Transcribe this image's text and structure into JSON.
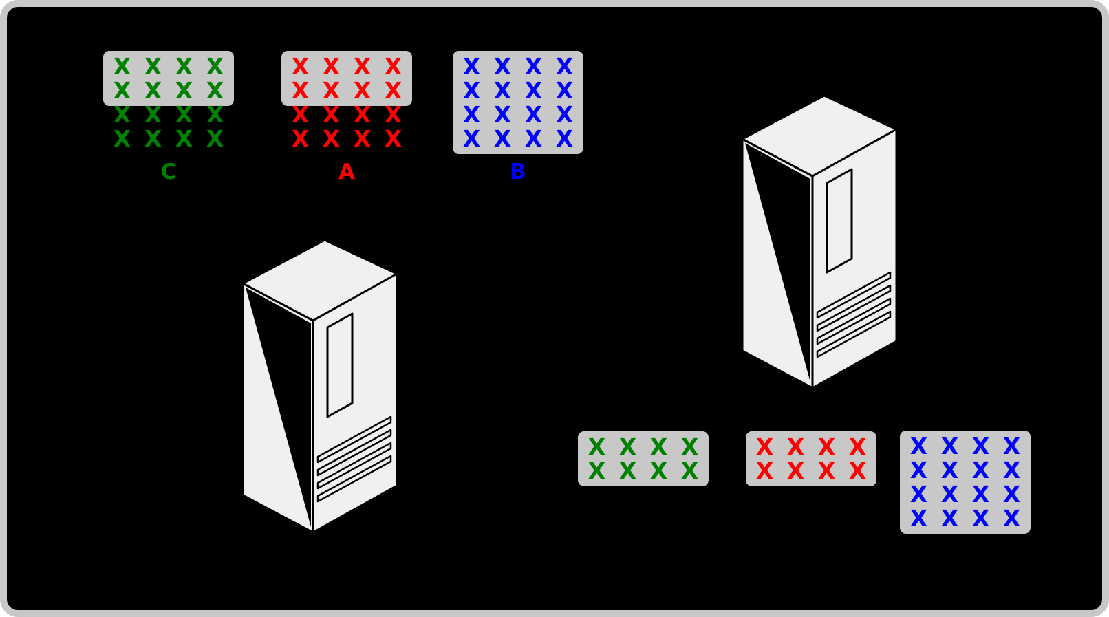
{
  "diagram": {
    "background": "#000000",
    "border_color": "#c8c8c8",
    "box_color": "#c8c8c8",
    "glyph": "X",
    "datasets": [
      {
        "id": "C",
        "label": "C",
        "color": "#008000",
        "cols": 4,
        "total_rows": 4,
        "cached_rows": 2
      },
      {
        "id": "A",
        "label": "A",
        "color": "#ff0000",
        "cols": 4,
        "total_rows": 4,
        "cached_rows": 2
      },
      {
        "id": "B",
        "label": "B",
        "color": "#0000ff",
        "cols": 4,
        "total_rows": 4,
        "cached_rows": 4
      }
    ],
    "cache_copies": [
      {
        "dataset": "C",
        "color": "#008000",
        "cols": 4,
        "rows": 2
      },
      {
        "dataset": "A",
        "color": "#ff0000",
        "cols": 4,
        "rows": 2
      },
      {
        "dataset": "B",
        "color": "#0000ff",
        "cols": 4,
        "rows": 4
      }
    ],
    "servers": [
      {
        "id": "server-left"
      },
      {
        "id": "server-right"
      }
    ]
  }
}
